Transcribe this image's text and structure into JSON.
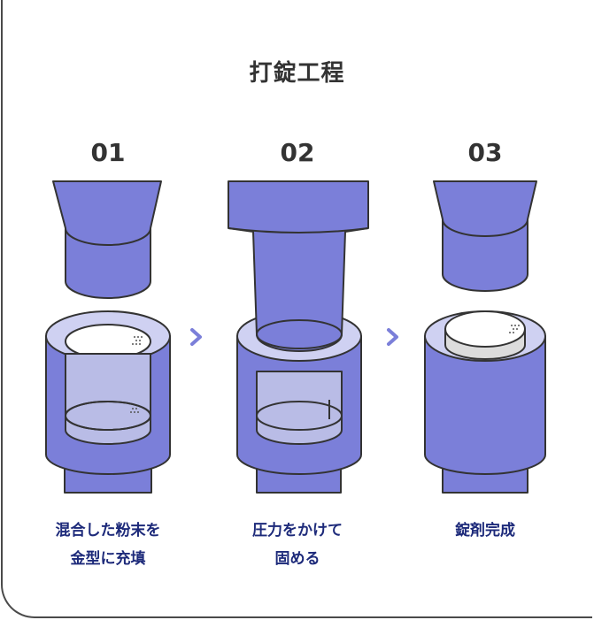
{
  "title": "打錠工程",
  "steps": [
    {
      "number": "01",
      "caption": "混合した粉末を\n金型に充填"
    },
    {
      "number": "02",
      "caption": "圧力をかけて\n固める"
    },
    {
      "number": "03",
      "caption": "錠剤完成"
    }
  ],
  "colors": {
    "punch": "#7b7fd9",
    "outline": "#333333",
    "powder": "#b9bce6",
    "tablet": "#ffffff",
    "caption": "#1d2a7a",
    "arrow": "#7b7fd9"
  },
  "icons": [
    "arrow-right-icon",
    "arrow-right-icon"
  ]
}
